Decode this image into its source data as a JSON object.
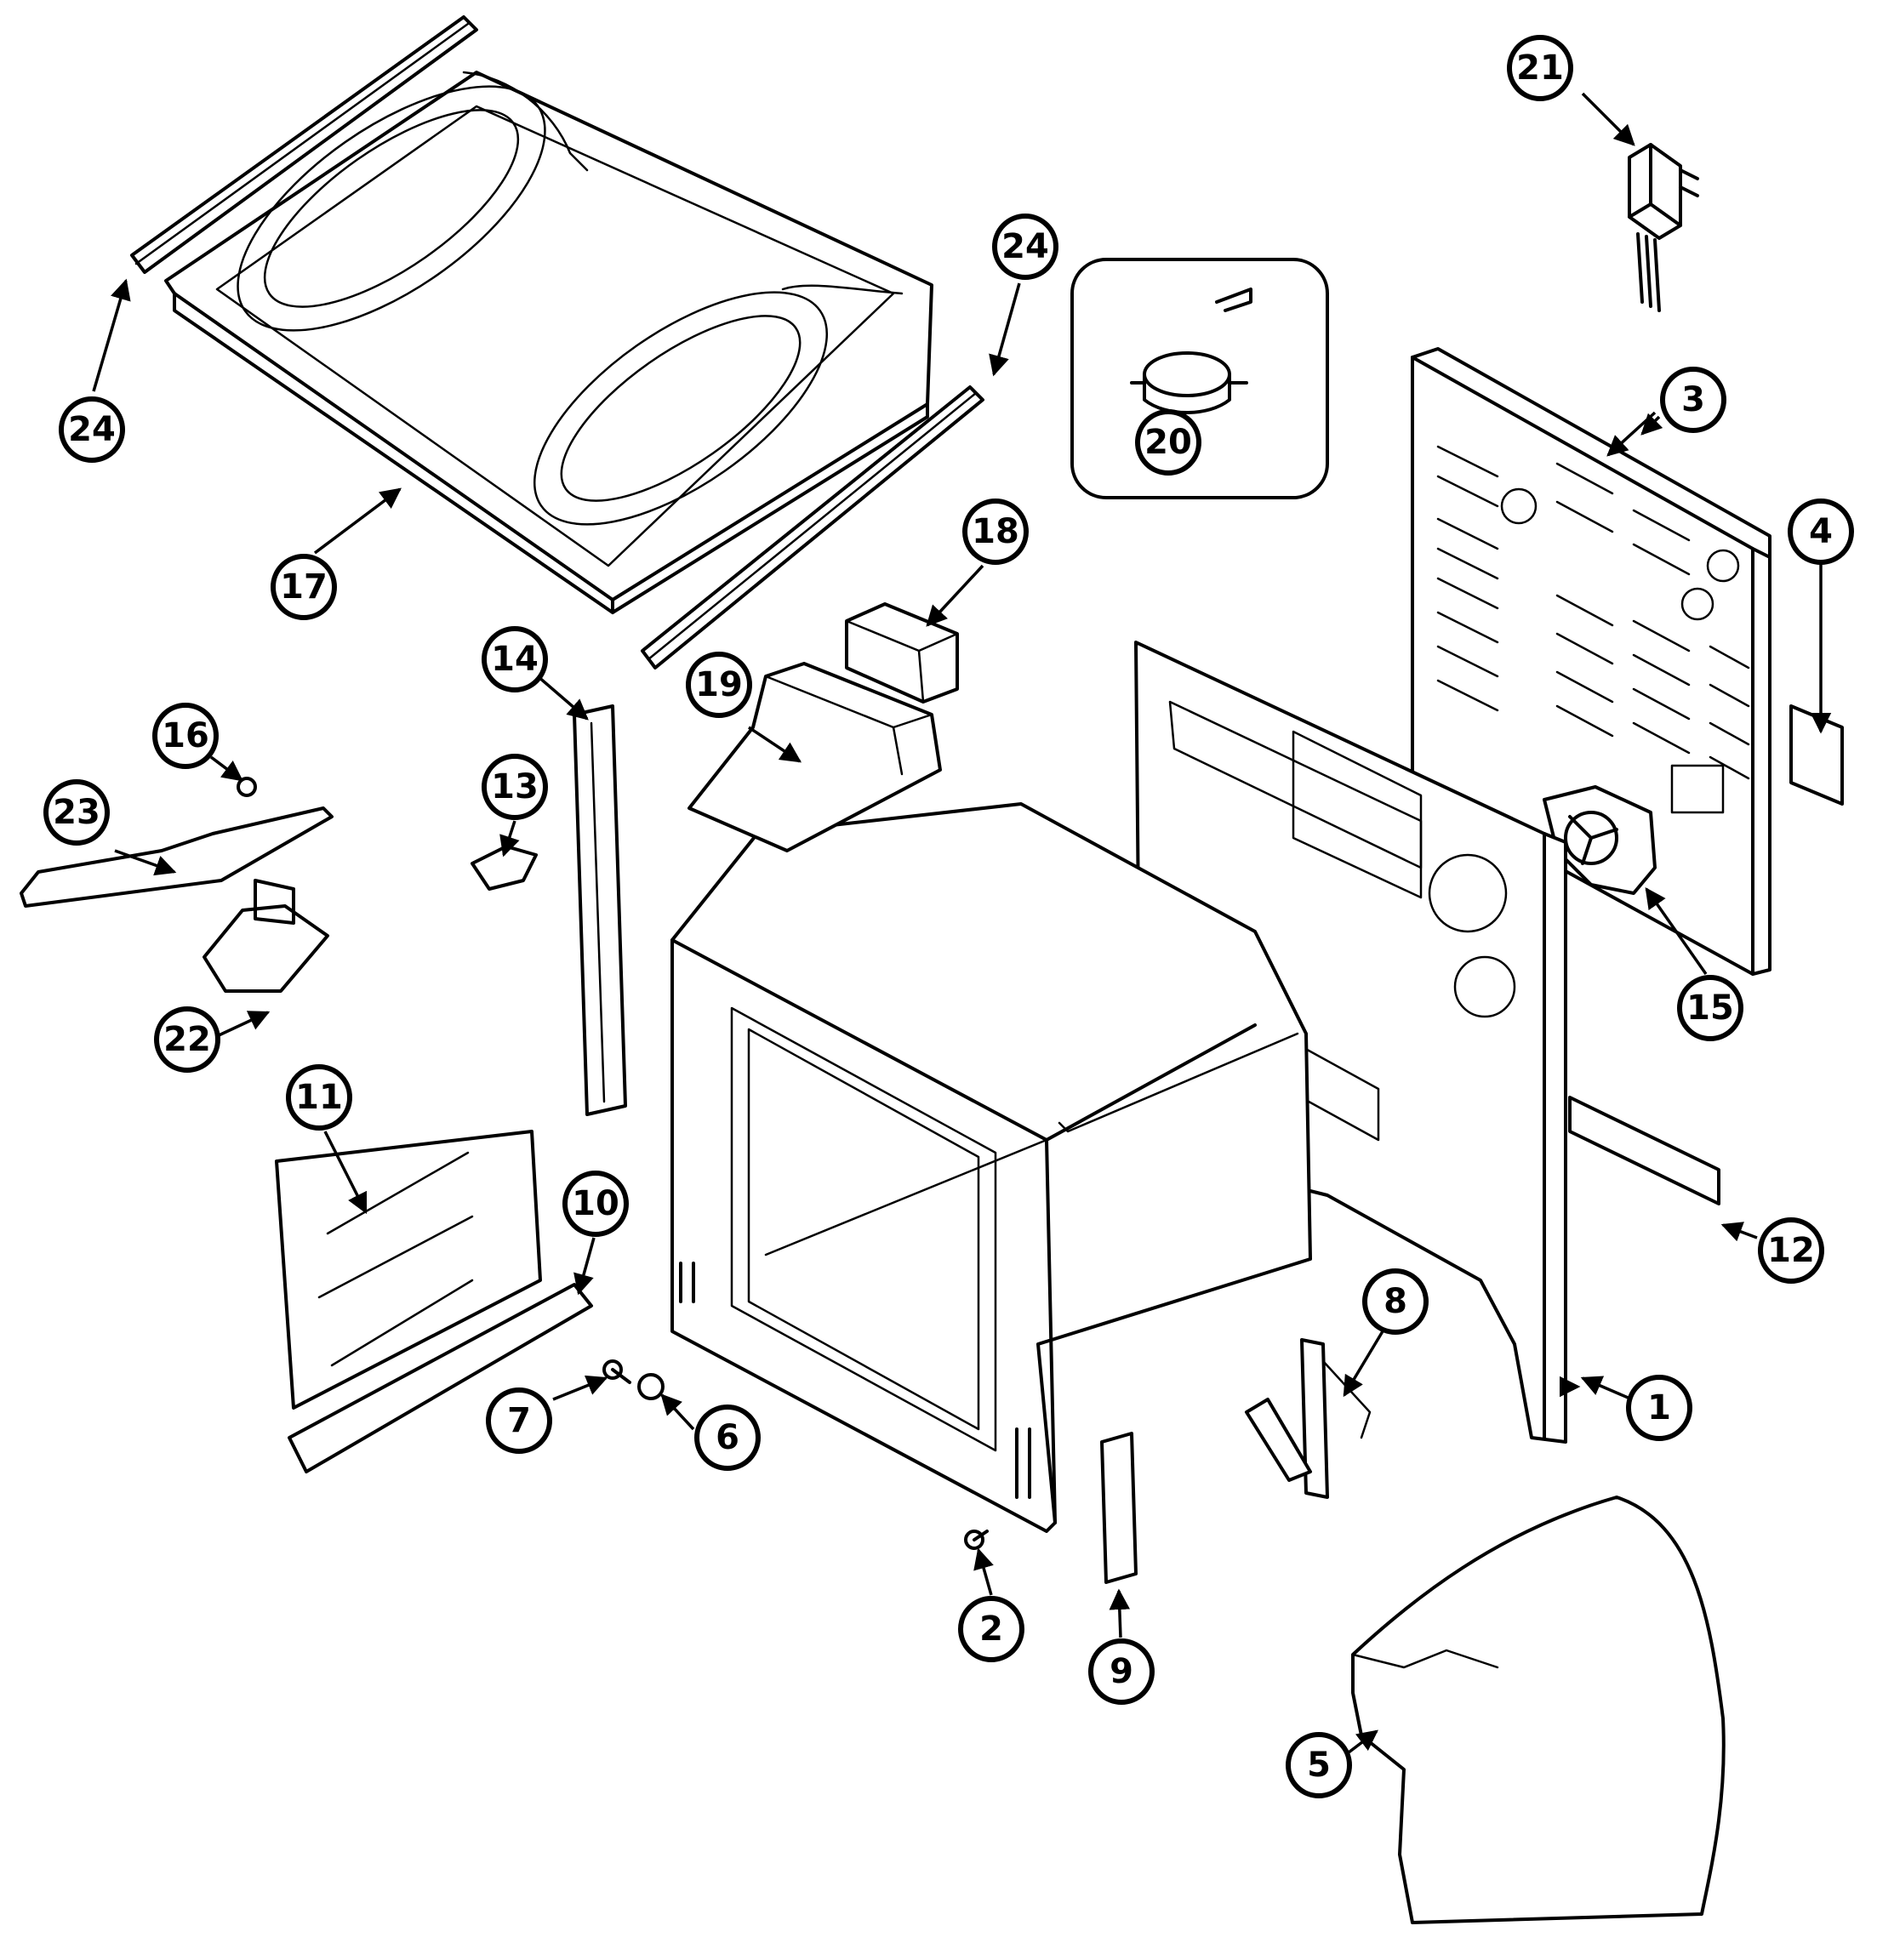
{
  "colors": {
    "ink": "#000000",
    "paper": "#ffffff"
  },
  "callouts": [
    {
      "id": "c1",
      "label": "1"
    },
    {
      "id": "c2",
      "label": "2"
    },
    {
      "id": "c3",
      "label": "3"
    },
    {
      "id": "c4",
      "label": "4"
    },
    {
      "id": "c5",
      "label": "5"
    },
    {
      "id": "c6",
      "label": "6"
    },
    {
      "id": "c7",
      "label": "7"
    },
    {
      "id": "c8",
      "label": "8"
    },
    {
      "id": "c9",
      "label": "9"
    },
    {
      "id": "c10",
      "label": "10"
    },
    {
      "id": "c11",
      "label": "11"
    },
    {
      "id": "c12",
      "label": "12"
    },
    {
      "id": "c13",
      "label": "13"
    },
    {
      "id": "c14",
      "label": "14"
    },
    {
      "id": "c15",
      "label": "15"
    },
    {
      "id": "c16",
      "label": "16"
    },
    {
      "id": "c17",
      "label": "17"
    },
    {
      "id": "c18",
      "label": "18"
    },
    {
      "id": "c19",
      "label": "19"
    },
    {
      "id": "c20",
      "label": "20"
    },
    {
      "id": "c21",
      "label": "21"
    },
    {
      "id": "c22",
      "label": "22"
    },
    {
      "id": "c23",
      "label": "23"
    },
    {
      "id": "c24a",
      "label": "24"
    },
    {
      "id": "c24b",
      "label": "24"
    }
  ]
}
